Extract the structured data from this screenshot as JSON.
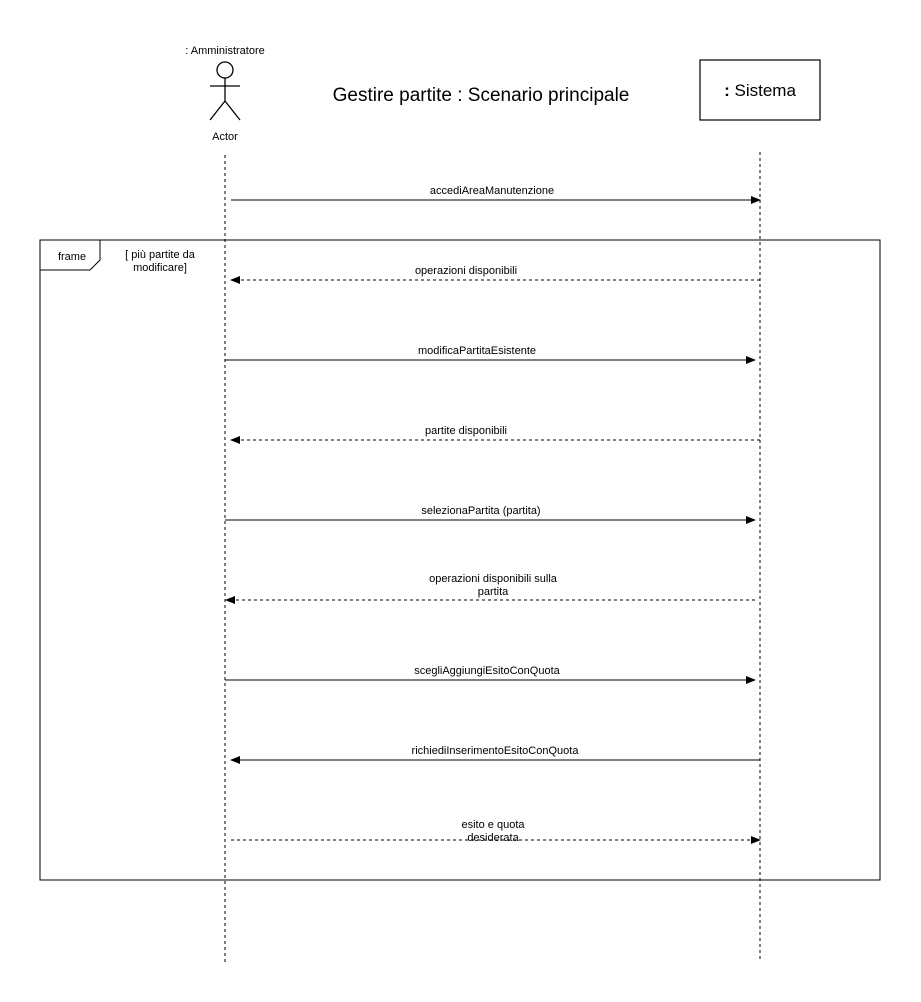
{
  "diagram": {
    "title": "Gestire partite : Scenario principale",
    "actor": {
      "role_label": ": Amministratore",
      "type_label": "Actor"
    },
    "system": {
      "colon": ":",
      "name": "Sistema"
    },
    "frame": {
      "tag": "frame",
      "guard_line1": "[ più partite da",
      "guard_line2": "modificare]"
    },
    "messages": [
      {
        "label": "accediAreaManutenzione",
        "direction": "to-system",
        "style": "solid"
      },
      {
        "label": "operazioni disponibili",
        "direction": "to-actor",
        "style": "dashed"
      },
      {
        "label": "modificaPartitaEsistente",
        "direction": "to-system",
        "style": "solid"
      },
      {
        "label": "partite disponibili",
        "direction": "to-actor",
        "style": "dashed"
      },
      {
        "label": "selezionaPartita (partita)",
        "direction": "to-system",
        "style": "solid"
      },
      {
        "label_line1": "operazioni disponibili sulla",
        "label_line2": "partita",
        "direction": "to-actor",
        "style": "dashed"
      },
      {
        "label": "scegliAggiungiEsitoConQuota",
        "direction": "to-system",
        "style": "solid"
      },
      {
        "label": "richiediInserimentoEsitoConQuota",
        "direction": "to-actor",
        "style": "solid"
      },
      {
        "label_line1": "esito e quota",
        "label_line2": "desiderata",
        "direction": "to-system",
        "style": "dashed"
      }
    ]
  }
}
